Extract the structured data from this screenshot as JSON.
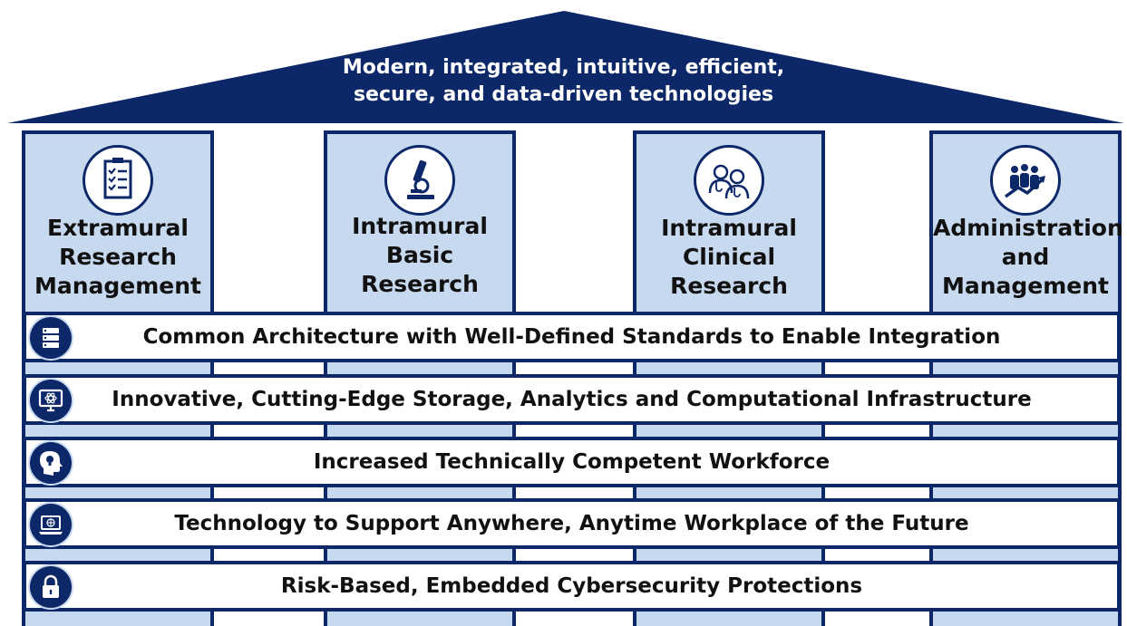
{
  "roof": {
    "line1": "Modern, integrated, intuitive, efficient,",
    "line2": "secure, and data-driven technologies"
  },
  "pillars": [
    {
      "title": "Extramural\nResearch\nManagement",
      "icon": "checklist-icon"
    },
    {
      "title": "Intramural\nBasic\nResearch",
      "icon": "microscope-icon"
    },
    {
      "title": "Intramural\nClinical\nResearch",
      "icon": "doctors-icon"
    },
    {
      "title": "Administration\nand\nManagement",
      "icon": "team-growth-icon"
    }
  ],
  "bands": [
    {
      "label": "Common Architecture with Well-Defined Standards to Enable Integration",
      "icon": "server-icon"
    },
    {
      "label": "Innovative, Cutting-Edge Storage, Analytics and Computational Infrastructure",
      "icon": "monitor-atom-icon"
    },
    {
      "label": "Increased Technically Competent Workforce",
      "icon": "head-lightbulb-icon"
    },
    {
      "label": "Technology to Support Anywhere, Anytime Workplace of the Future",
      "icon": "laptop-globe-icon"
    },
    {
      "label": "Risk-Based, Embedded Cybersecurity Protections",
      "icon": "padlock-icon"
    }
  ],
  "colors": {
    "navy": "#0c2869",
    "light_blue": "#c7d9ef"
  }
}
